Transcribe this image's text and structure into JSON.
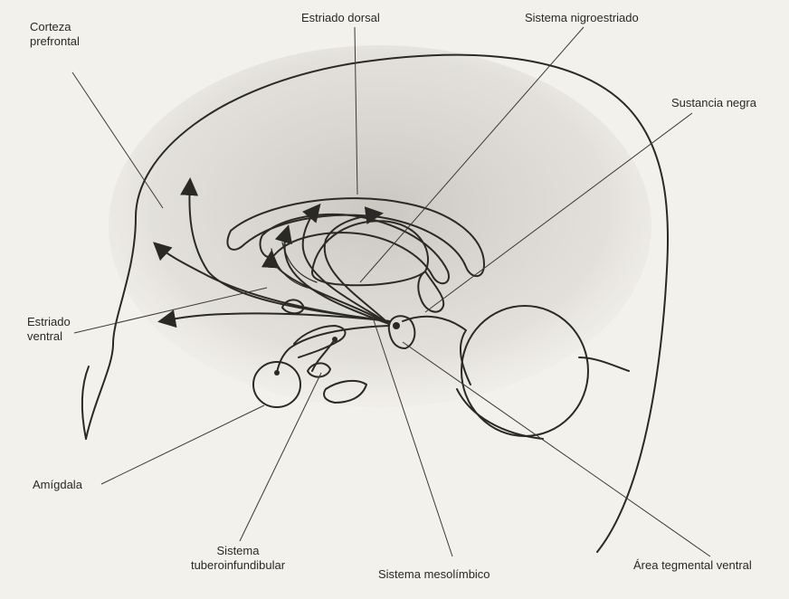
{
  "labels": {
    "corteza_prefrontal": "Corteza\nprefrontal",
    "estriado_dorsal": "Estriado dorsal",
    "sistema_nigroestriado": "Sistema nigroestriado",
    "sustancia_negra": "Sustancia negra",
    "estriado_ventral": "Estriado\nventral",
    "amigdala": "Amígdala",
    "sistema_tuberoinfundibular": "Sistema\ntuberoinfundibular",
    "sistema_mesolimbico": "Sistema mesolímbico",
    "area_tegmental_ventral": "Área tegmental ventral"
  },
  "colors": {
    "background": "#f3f1ec",
    "shading": "#c9c6c0",
    "ink": "#2b2926"
  }
}
